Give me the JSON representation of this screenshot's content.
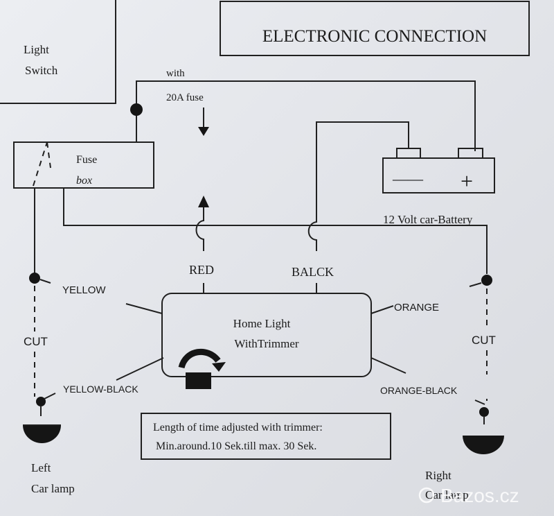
{
  "title": "ELECTRONIC CONNECTION",
  "light_switch": {
    "line1": "Light",
    "line2": "Switch"
  },
  "fuse_note": {
    "line1": "with",
    "line2": "20A fuse"
  },
  "fuse_box": {
    "line1": "Fuse",
    "line2": "box"
  },
  "battery": {
    "label": "12 Volt car-Battery",
    "minus": "——",
    "plus": "+"
  },
  "module": {
    "line1": "Home Light",
    "line2": "WithTrimmer"
  },
  "wires": {
    "red": "RED",
    "black": "BALCK",
    "yellow": "YELLOW",
    "orange": "ORANGE",
    "yellow_black": "YELLOW-BLACK",
    "orange_black": "ORANGE-BLACK",
    "cut_left": "CUT",
    "cut_right": "CUT"
  },
  "note": {
    "line1": "Length of time adjusted with trimmer:",
    "line2": "Min.around.10 Sek.till max. 30 Sek."
  },
  "left_lamp": {
    "line1": "Left",
    "line2": "Car lamp"
  },
  "right_lamp": {
    "line1": "Right",
    "line2": "Car lamp"
  },
  "watermark": "Bazos.cz",
  "icons": [
    "trimmer-rotate-icon",
    "car-lamp-icon",
    "arrow-up-icon",
    "arrow-down-icon"
  ]
}
